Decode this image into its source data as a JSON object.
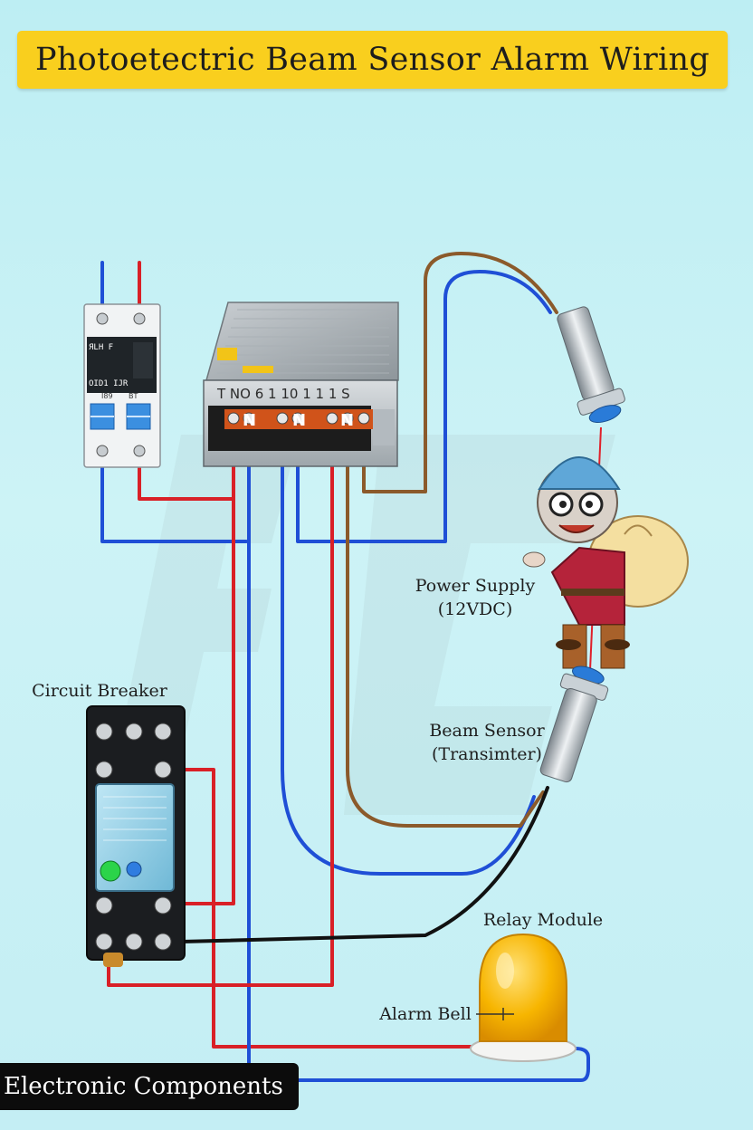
{
  "title": "Photoetectric Beam Sensor Alarm Wiring",
  "labels": {
    "power_supply_line1": "Power Supply",
    "power_supply_line2": "(12VDC)",
    "circuit_breaker": "Circuit Breaker",
    "beam_sensor_line1": "Beam Sensor",
    "beam_sensor_line2": "(Transimter)",
    "relay_module": "Relay Module",
    "alarm_bell": "Alarm Bell"
  },
  "power_supply_terminals": {
    "top_row": "T  NO   6   1 10   1  1 1 S",
    "n1": "N",
    "n2": "N",
    "n3": "N"
  },
  "breaker_text": {
    "line1": "ЯLH F",
    "line2": "OID1 IJR",
    "line3": "I89",
    "line4": "BT"
  },
  "footer": "Electronic Components",
  "colors": {
    "title_bg": "#f9cf1e",
    "wire_red": "#d92027",
    "wire_blue": "#1f4fd6",
    "wire_brown": "#8b5a2b",
    "wire_black": "#111111",
    "beam_red": "#e0202a",
    "bell_yellow": "#f7b500"
  },
  "icons": {
    "thief": "cartoon-thief-icon",
    "bell": "alarm-bell-icon"
  }
}
